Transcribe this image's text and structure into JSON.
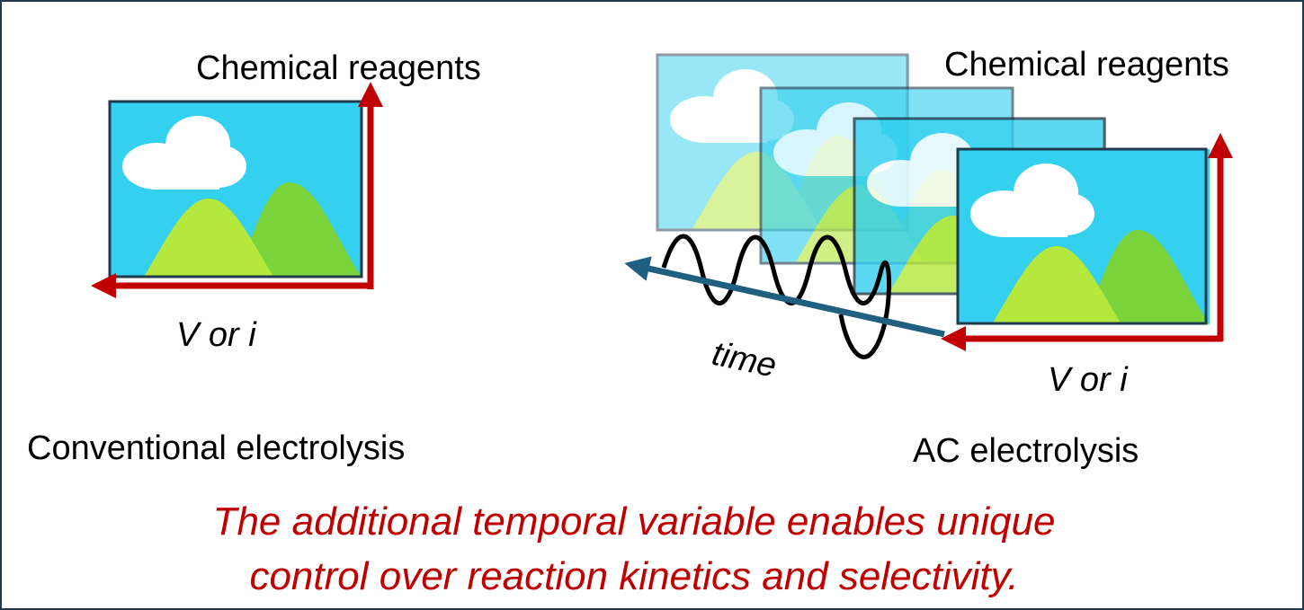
{
  "left_panel": {
    "y_axis_label": "Chemical reagents",
    "x_axis_label": "V or i",
    "caption": "Conventional electrolysis"
  },
  "right_panel": {
    "y_axis_label": "Chemical reagents",
    "x_axis_label": "V or i",
    "time_label": "time",
    "caption": "AC electrolysis"
  },
  "summary": {
    "line1": "The additional temporal variable enables unique",
    "line2": "control over reaction kinetics and selectivity."
  },
  "colors": {
    "axis_arrow": "#c00000",
    "time_arrow": "#1f5f80",
    "frame_border": "#1f3a4d",
    "sky": "#33d0f0",
    "cloud": "#ffffff",
    "mountain_front": "#b4e83c",
    "mountain_back": "#7cd43c",
    "caption_text": "#c00000"
  },
  "icons": {
    "image_placeholder": "landscape-image-icon"
  }
}
